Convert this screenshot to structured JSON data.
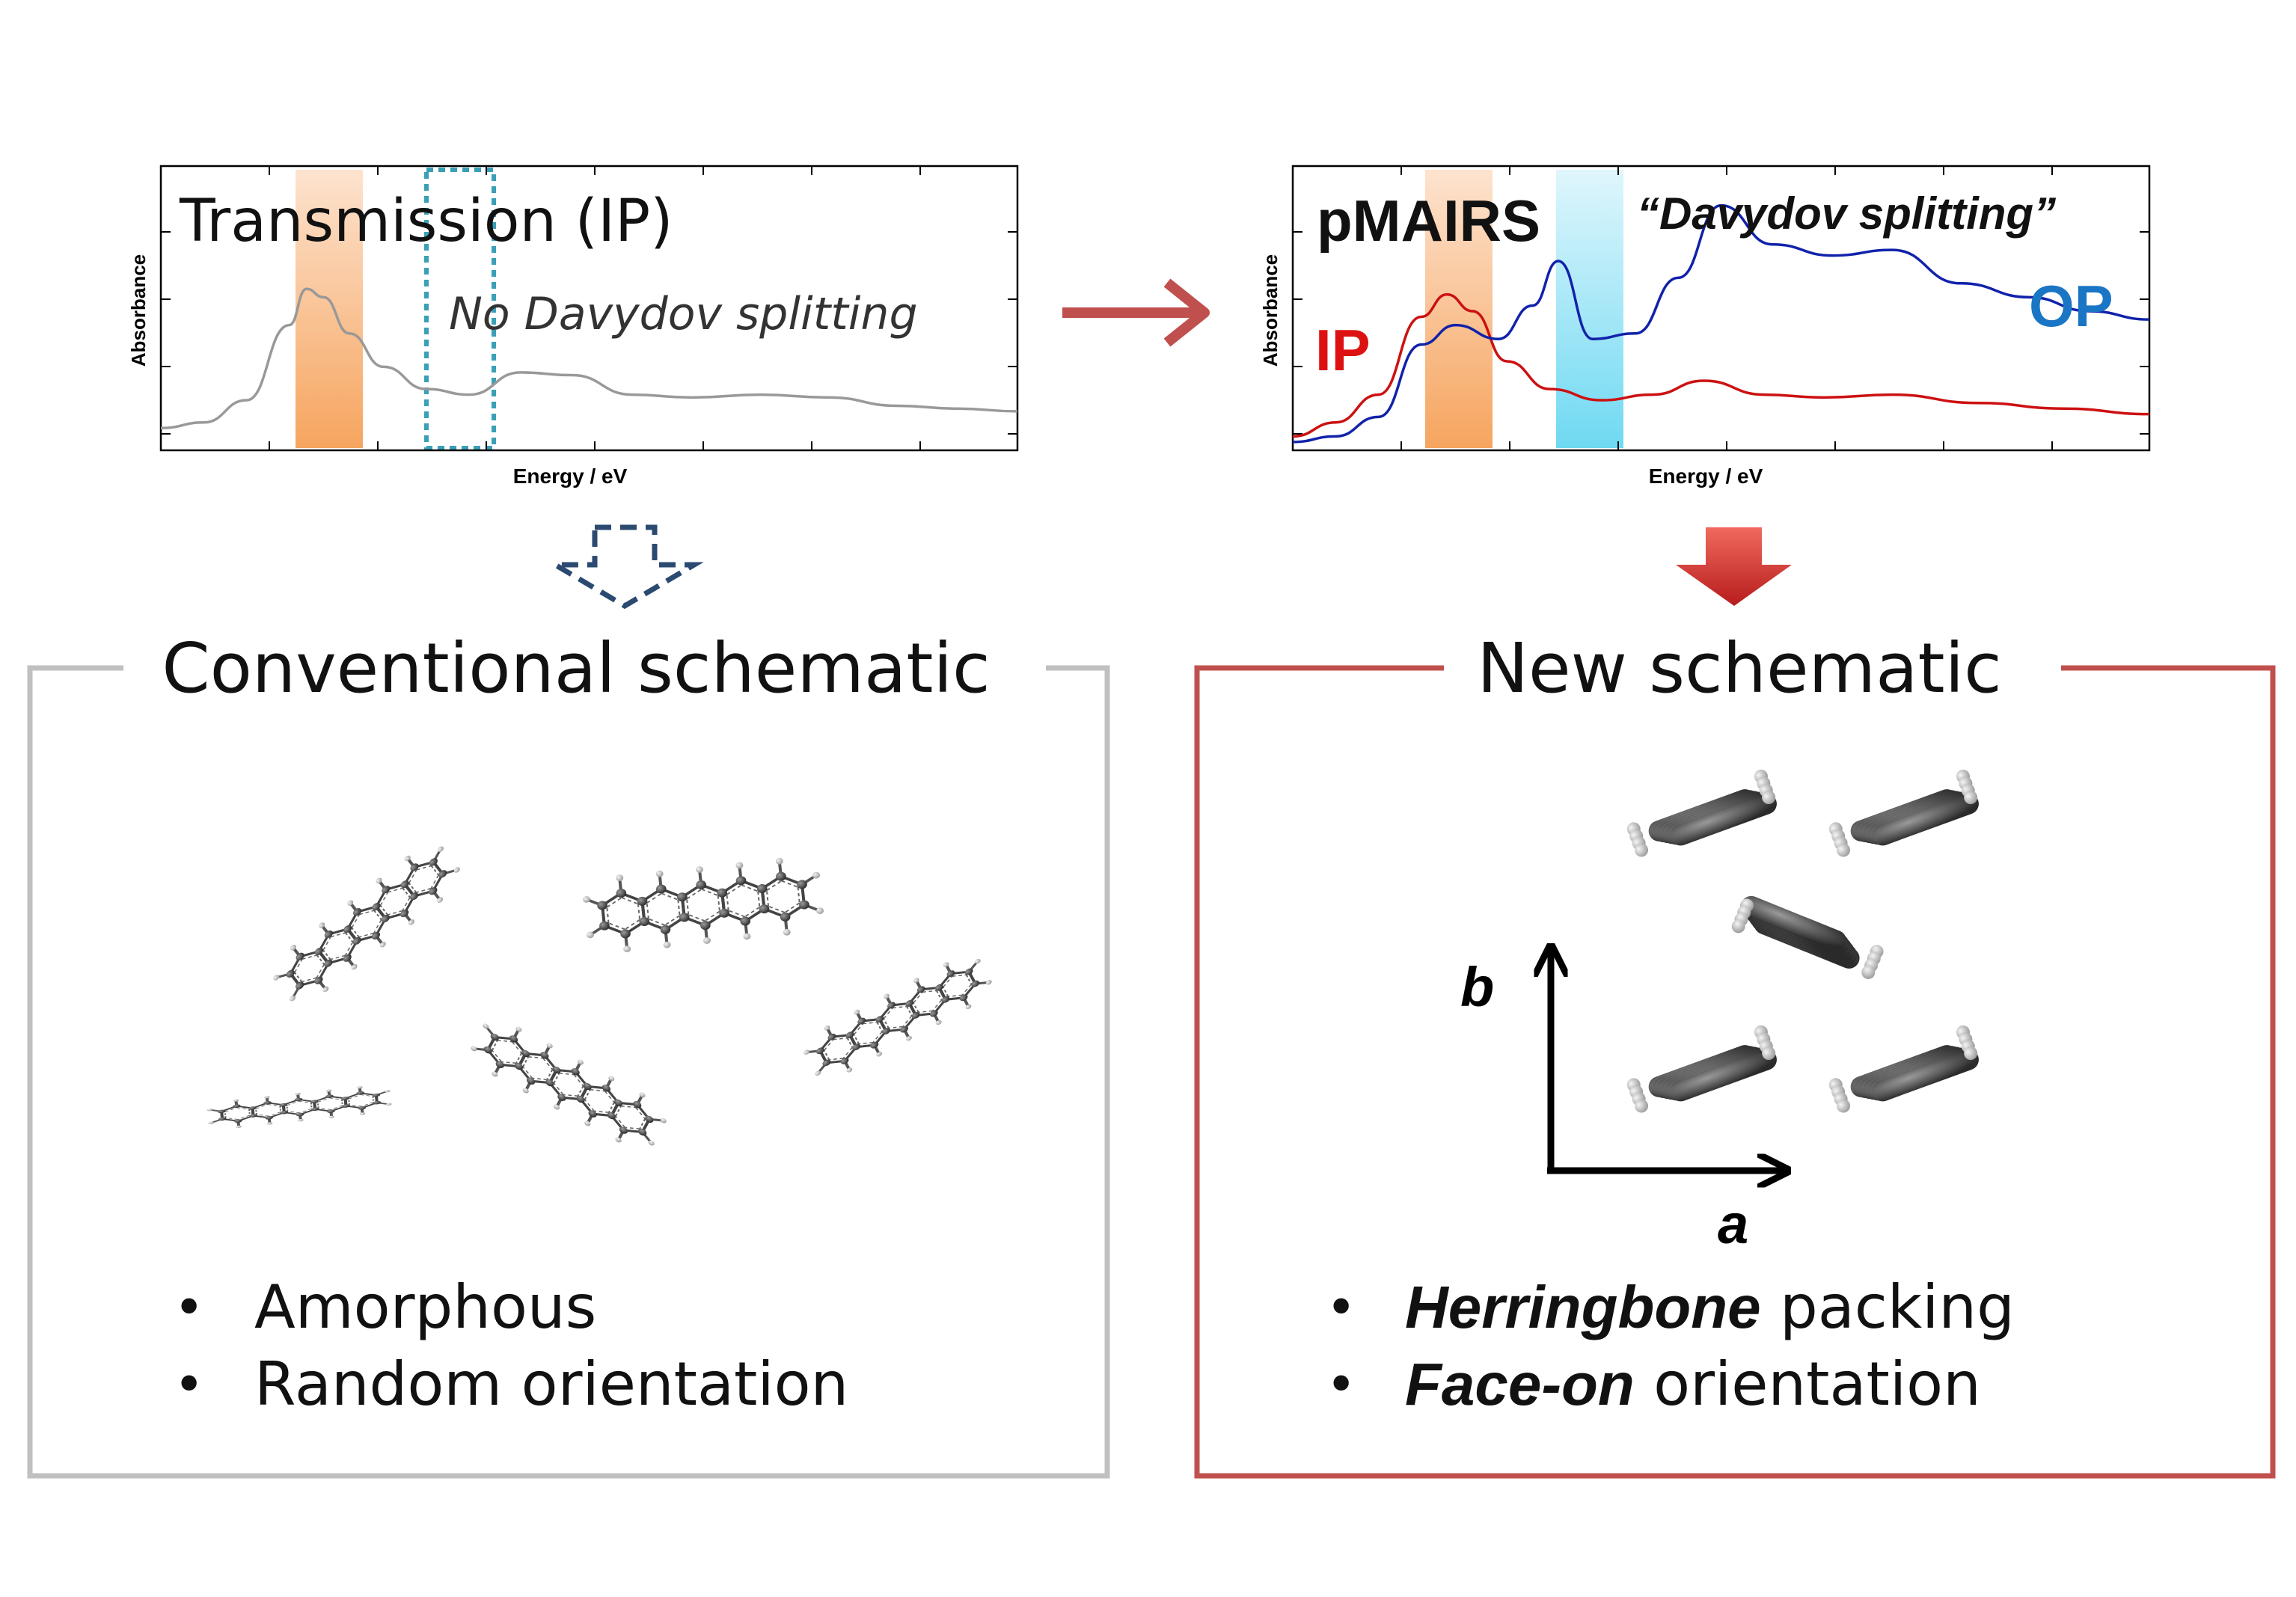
{
  "left_panel": {
    "chart_data": {
      "type": "line",
      "title": "Transmission (IP)",
      "annotation": "No Davydov splitting",
      "xlabel": "Energy / eV",
      "ylabel": "Absorbance",
      "series": [
        {
          "color": "#999999",
          "x": [
            0,
            0.05,
            0.1,
            0.15,
            0.17,
            0.19,
            0.22,
            0.26,
            0.31,
            0.36,
            0.42,
            0.48,
            0.55,
            0.62,
            0.7,
            0.78,
            0.86,
            0.93,
            1.0
          ],
          "y": [
            0.08,
            0.1,
            0.18,
            0.45,
            0.58,
            0.55,
            0.42,
            0.3,
            0.22,
            0.2,
            0.28,
            0.27,
            0.2,
            0.19,
            0.2,
            0.19,
            0.16,
            0.15,
            0.14
          ]
        }
      ],
      "highlight_bands": [
        {
          "color": "orange",
          "style": "filled"
        },
        {
          "color": "#3aa0b8",
          "style": "dotted"
        }
      ]
    }
  },
  "right_panel": {
    "chart_data": {
      "type": "line",
      "title": "pMAIRS",
      "annotation": "“Davydov splitting”",
      "xlabel": "Energy / eV",
      "ylabel": "Absorbance",
      "series": [
        {
          "name": "IP",
          "color": "#cc1111",
          "x": [
            0,
            0.05,
            0.1,
            0.15,
            0.18,
            0.21,
            0.25,
            0.3,
            0.36,
            0.42,
            0.48,
            0.55,
            0.62,
            0.7,
            0.8,
            0.9,
            1.0
          ],
          "y": [
            0.05,
            0.1,
            0.2,
            0.48,
            0.56,
            0.5,
            0.32,
            0.22,
            0.18,
            0.2,
            0.25,
            0.2,
            0.19,
            0.2,
            0.17,
            0.15,
            0.13
          ]
        },
        {
          "name": "OP",
          "color": "#1122aa",
          "x": [
            0,
            0.05,
            0.1,
            0.15,
            0.19,
            0.24,
            0.28,
            0.31,
            0.35,
            0.4,
            0.45,
            0.5,
            0.56,
            0.63,
            0.7,
            0.78,
            0.86,
            0.93,
            1.0
          ],
          "y": [
            0.03,
            0.05,
            0.12,
            0.38,
            0.45,
            0.4,
            0.52,
            0.68,
            0.4,
            0.42,
            0.62,
            0.88,
            0.74,
            0.7,
            0.72,
            0.6,
            0.55,
            0.5,
            0.47
          ]
        }
      ],
      "highlight_bands": [
        {
          "color": "orange",
          "style": "filled"
        },
        {
          "color": "cyan",
          "style": "filled"
        }
      ]
    }
  },
  "left_box": {
    "title": "Conventional schematic",
    "bullets": [
      "Amorphous",
      "Random orientation"
    ],
    "border_color": "#c0c0c0"
  },
  "right_box": {
    "title": "New schematic",
    "bullet1_bold": "Herringbone",
    "bullet1_rest": " packing",
    "bullet2_bold": "Face-on",
    "bullet2_rest": " orientation",
    "axis_b": "b",
    "axis_a": "a",
    "border_color": "#c0504d"
  },
  "bullet_char": "•"
}
